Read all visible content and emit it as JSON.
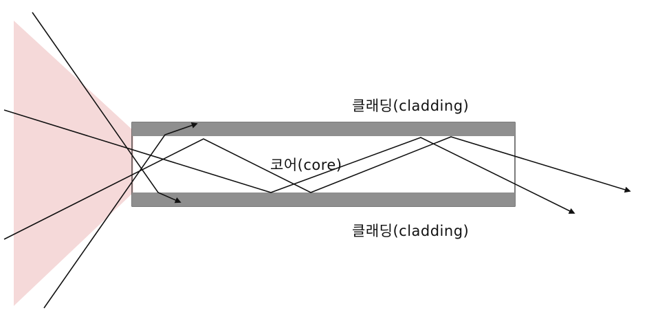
{
  "labels": {
    "cladding_top": "클래딩(cladding)",
    "core": "코어(core)",
    "cladding_bottom": "클래딩(cladding)"
  },
  "colors": {
    "light_cone": "#f5d9d9",
    "cladding": "#8f8f8f",
    "ray": "#111111",
    "outline": "#222222"
  }
}
